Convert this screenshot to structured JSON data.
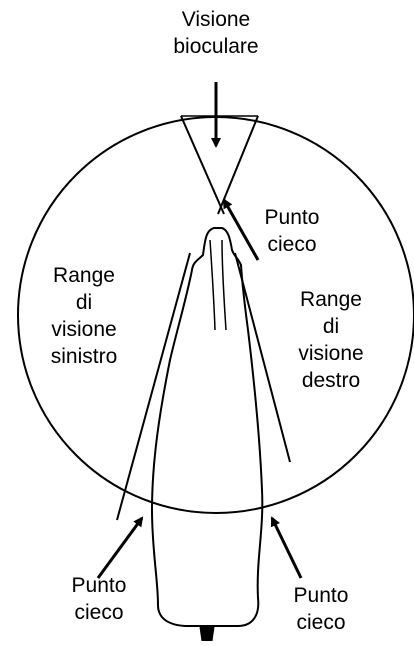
{
  "labels": {
    "binocular": [
      "Visione",
      "bioculare"
    ],
    "blind_top": [
      "Punto",
      "cieco"
    ],
    "left_range": [
      "Range",
      "di",
      "visione",
      "sinistro"
    ],
    "right_range": [
      "Range",
      "di",
      "visione",
      "destro"
    ],
    "blind_bottom_left": [
      "Punto",
      "cieco"
    ],
    "blind_bottom_right": [
      "Punto",
      "cieco"
    ]
  },
  "colors": {
    "stroke": "#000000",
    "background": "#ffffff"
  }
}
